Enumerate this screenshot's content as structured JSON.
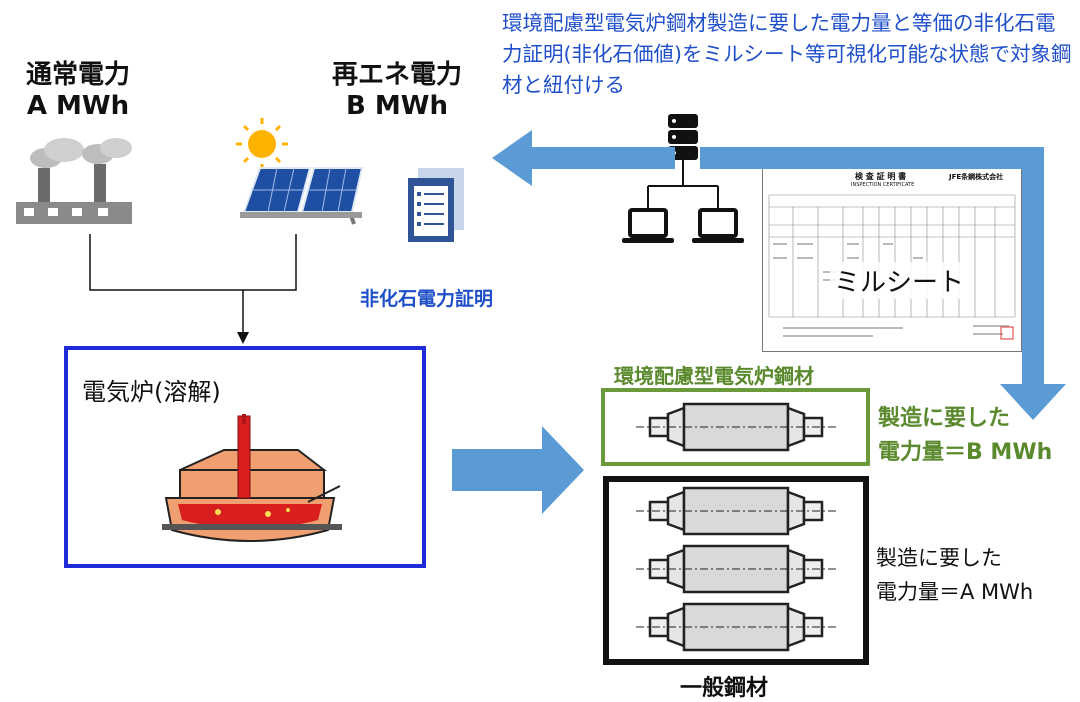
{
  "sources": {
    "normal_power": {
      "line1": "通常電力",
      "line2": "A MWh"
    },
    "renewable_power": {
      "line1": "再エネ電力",
      "line2": "B MWh"
    }
  },
  "top_note": "環境配慮型電気炉鋼材製造に要した電力量と等価の非化石電力証明(非化石価値)をミルシート等可視化可能な状態で対象鋼材と紐付ける",
  "certificate_label": "非化石電力証明",
  "mill_sheet": {
    "label": "ミルシート",
    "doc_title": "検 査 証 明 書",
    "doc_subtitle": "INSPECTION CERTIFICATE",
    "company": "JFE条鋼株式会社"
  },
  "furnace_label": "電気炉(溶解)",
  "eco_steel": {
    "title": "環境配慮型電気炉鋼材",
    "note_line1": "製造に要した",
    "note_line2": "電力量＝B MWh"
  },
  "general_steel": {
    "title": "一般鋼材",
    "note_line1": "製造に要した",
    "note_line2": "電力量＝A MWh"
  },
  "colors": {
    "accent_blue": "#1f4fc9",
    "box_blue": "#1f2bd6",
    "arrow_blue": "#5b9bd5",
    "eco_green": "#5b8a2e",
    "furnace_orange": "#f0a070",
    "molten_red": "#d81e1e"
  }
}
